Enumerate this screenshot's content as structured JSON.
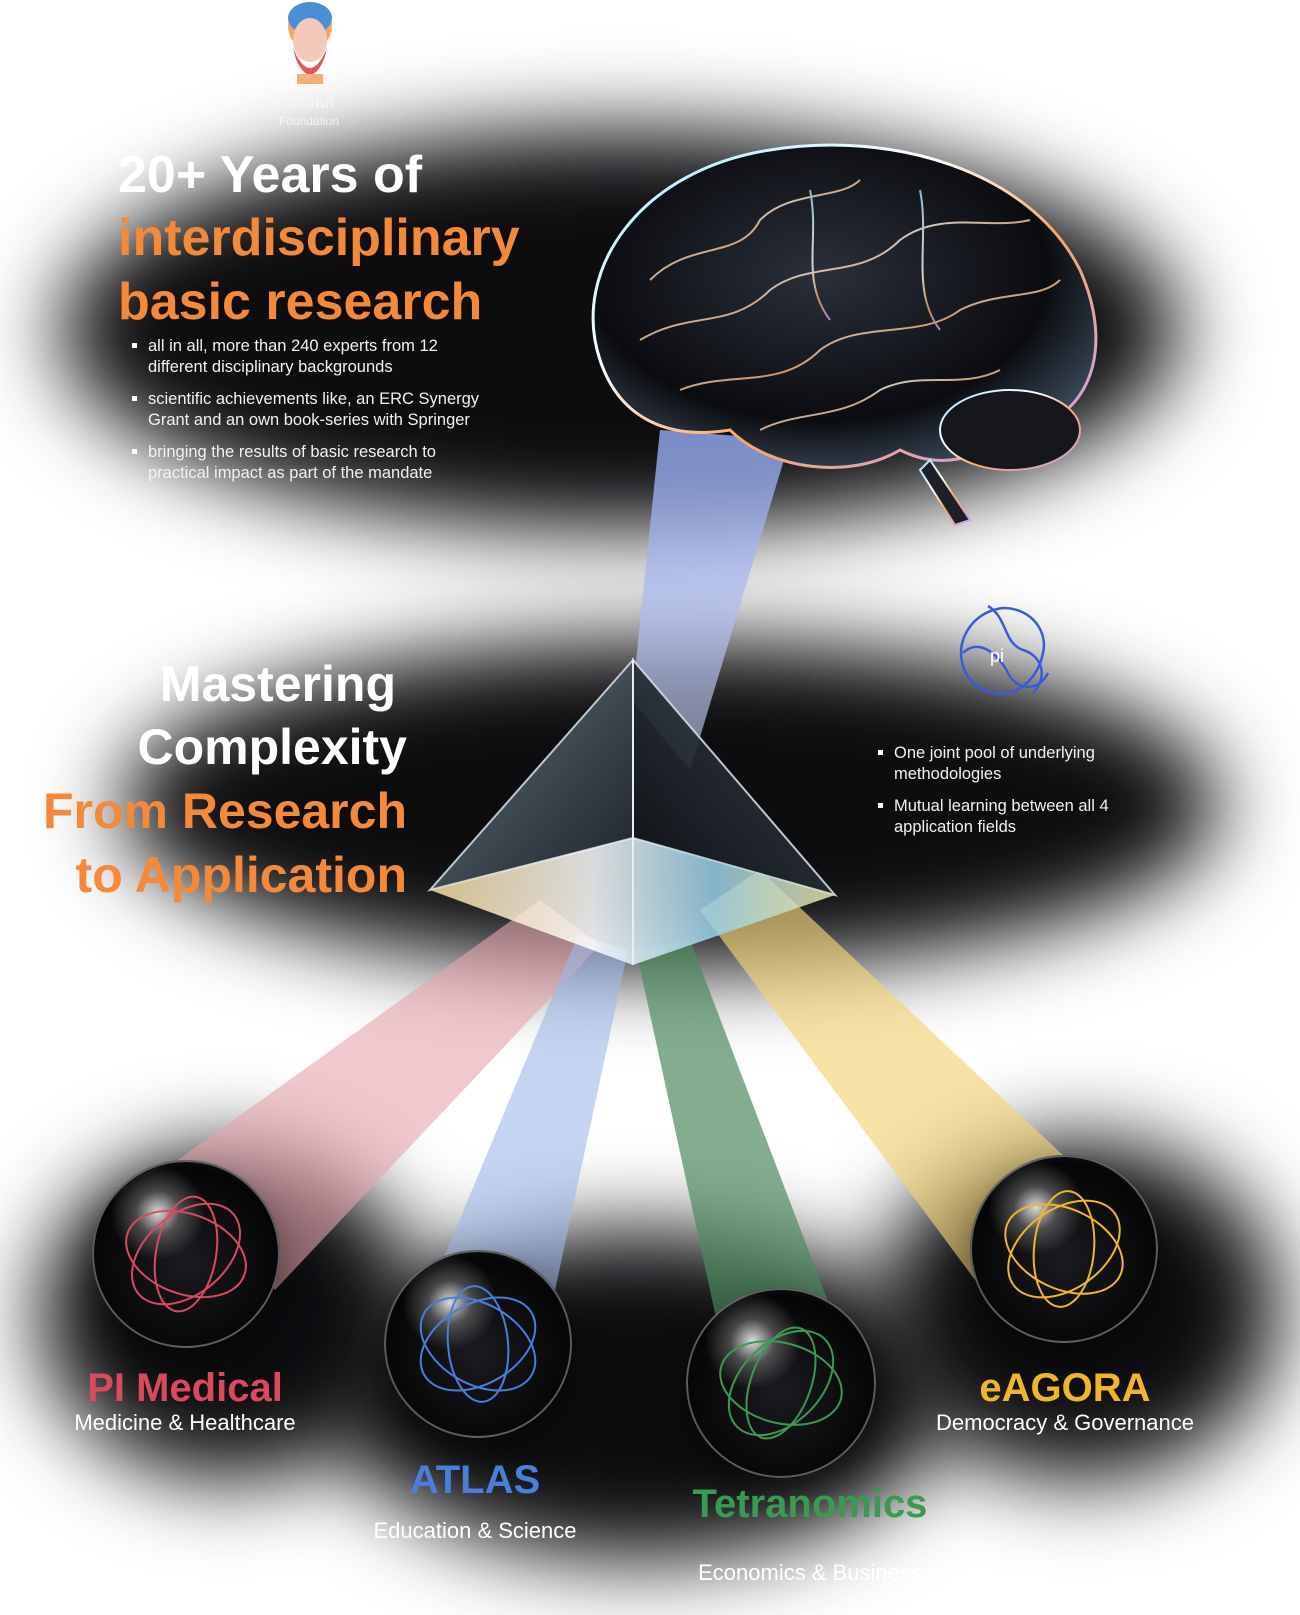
{
  "header": {
    "logo_line1": "Institut",
    "logo_line2": "Foundation"
  },
  "research": {
    "title_line1": "20+ Years of",
    "title_line2": "interdisciplinary",
    "title_line3": "basic research",
    "bullets": [
      "all in all, more than 240 experts from 12 different disciplinary backgrounds",
      "scientific achievements like, an ERC Synergy Grant and an own book-series with Springer",
      "bringing the results of basic research to practical impact as part of the mandate"
    ]
  },
  "complexity": {
    "title_line1": "Mastering",
    "title_line2": "Complexity",
    "title_line3": "From Research",
    "title_line4": "to Application",
    "logo_label": "pi",
    "bullets": [
      "One joint pool of underlying methodologies",
      "Mutual learning between all 4 application fields"
    ]
  },
  "applications": [
    {
      "name": "PI Medical",
      "subtitle": "Medicine & Healthcare",
      "color": "#d94a5e"
    },
    {
      "name": "ATLAS",
      "subtitle": "Education & Science",
      "color": "#4a7fd9"
    },
    {
      "name": "Tetranomics",
      "subtitle": "Economics & Business",
      "color": "#3a9a52"
    },
    {
      "name": "eAGORA",
      "subtitle": "Democracy & Governance",
      "color": "#f0b629"
    }
  ],
  "colors": {
    "accent_orange": "#f4893a",
    "medical": "#d94a5e",
    "atlas": "#4a7fd9",
    "tetranomics": "#3a9a52",
    "eagora": "#f0b629"
  }
}
